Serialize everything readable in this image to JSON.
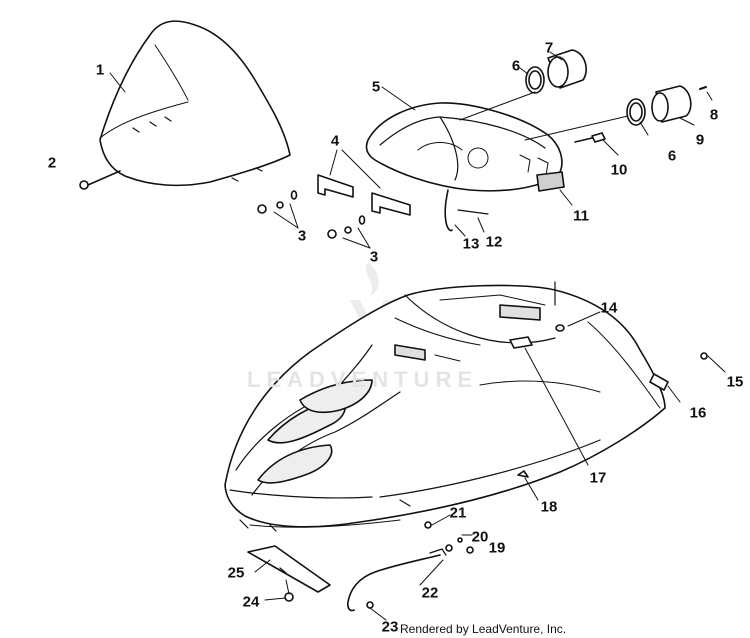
{
  "callouts": [
    {
      "id": "c1",
      "text": "1"
    },
    {
      "id": "c2",
      "text": "2"
    },
    {
      "id": "c3a",
      "text": "3"
    },
    {
      "id": "c3b",
      "text": "3"
    },
    {
      "id": "c4",
      "text": "4"
    },
    {
      "id": "c5",
      "text": "5"
    },
    {
      "id": "c6a",
      "text": "6"
    },
    {
      "id": "c6b",
      "text": "6"
    },
    {
      "id": "c7",
      "text": "7"
    },
    {
      "id": "c8",
      "text": "8"
    },
    {
      "id": "c9",
      "text": "9"
    },
    {
      "id": "c10",
      "text": "10"
    },
    {
      "id": "c11",
      "text": "11"
    },
    {
      "id": "c12",
      "text": "12"
    },
    {
      "id": "c13",
      "text": "13"
    },
    {
      "id": "c14",
      "text": "14"
    },
    {
      "id": "c15",
      "text": "15"
    },
    {
      "id": "c16",
      "text": "16"
    },
    {
      "id": "c17",
      "text": "17"
    },
    {
      "id": "c18",
      "text": "18"
    },
    {
      "id": "c19",
      "text": "19"
    },
    {
      "id": "c20",
      "text": "20"
    },
    {
      "id": "c21",
      "text": "21"
    },
    {
      "id": "c22",
      "text": "22"
    },
    {
      "id": "c23",
      "text": "23"
    },
    {
      "id": "c24",
      "text": "24"
    },
    {
      "id": "c25",
      "text": "25"
    }
  ],
  "footer": "Rendered by LeadVenture, Inc.",
  "watermark": "LEADVENTURE",
  "colors": {
    "line": "#111111",
    "fill_light": "#f2f2f2",
    "fill_mid": "#d8d8d8",
    "watermark": "#e4e4e4"
  }
}
